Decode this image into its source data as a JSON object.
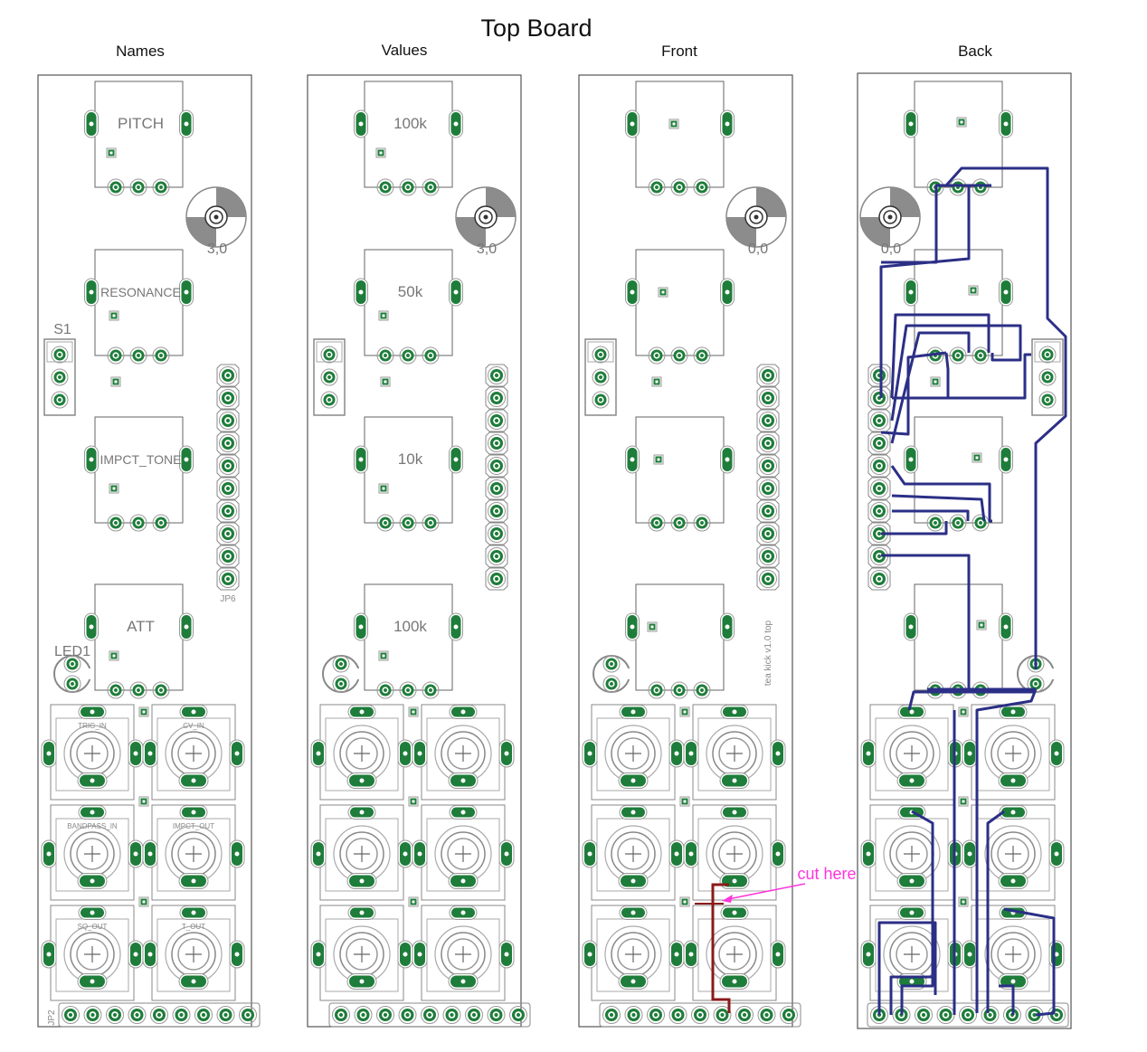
{
  "title": "Top Board",
  "panels": [
    {
      "heading": "Names",
      "pot_labels": [
        "PITCH",
        "RESONANCE",
        "IMPCT_TONE",
        "ATT"
      ],
      "trim_label": "3,0",
      "switch_label": "S1",
      "header_label": "JP6",
      "led_label": "LED1",
      "jack_labels": [
        "TRIG_IN",
        "CV_IN",
        "BANDPASS_IN",
        "IMPCT_OUT",
        "SQ_OUT",
        "T_OUT"
      ],
      "bottom_header_label": "JP2"
    },
    {
      "heading": "Values",
      "pot_labels": [
        "100k",
        "50k",
        "10k",
        "100k"
      ],
      "trim_label": "3,0"
    },
    {
      "heading": "Front",
      "trim_label": "0,0",
      "board_label": "tea kick v1.0 top",
      "annotation": "cut here"
    },
    {
      "heading": "Back",
      "trim_label": "0,0"
    }
  ],
  "colors": {
    "pad": "#1e7d3a",
    "trace": "#2b2f86",
    "cut": "#8b1a1a",
    "annotation": "#ff33dd",
    "outline": "#777777"
  }
}
